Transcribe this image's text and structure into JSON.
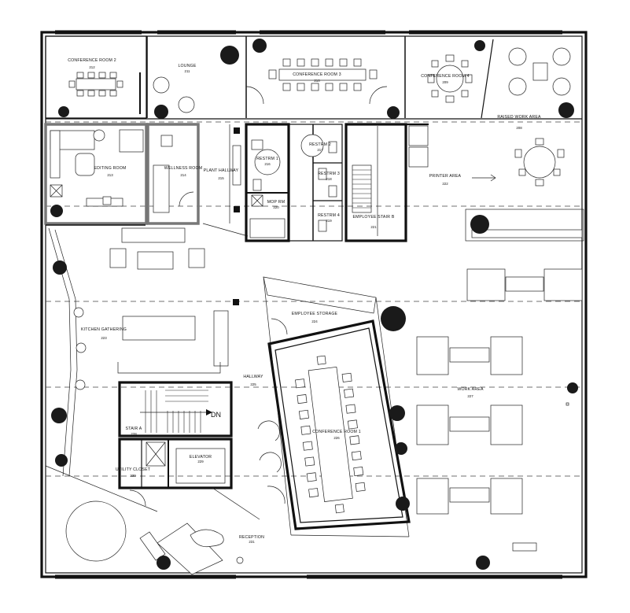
{
  "plan_title": "",
  "stairs_label": "DN",
  "rooms": [
    {
      "id": "conference-room-2",
      "name": "CONFERENCE ROOM 2",
      "number": "212"
    },
    {
      "id": "lounge",
      "name": "LOUNGE",
      "number": "211"
    },
    {
      "id": "conference-room-3",
      "name": "CONFERENCE ROOM 3",
      "number": "210"
    },
    {
      "id": "conference-room-4",
      "name": "CONFERENCE ROOM 4",
      "number": "209"
    },
    {
      "id": "raised-work-area",
      "name": "RAISED WORK AREA",
      "number": "208"
    },
    {
      "id": "editing-room",
      "name": "EDITING ROOM",
      "number": "213"
    },
    {
      "id": "wellness-room",
      "name": "WELLNESS ROOM",
      "number": "214"
    },
    {
      "id": "plant-hallway",
      "name": "PLANT HALLWAY",
      "number": "215"
    },
    {
      "id": "restroom-1",
      "name": "RESTRM 1",
      "number": "216"
    },
    {
      "id": "restroom-2",
      "name": "RESTRM 2",
      "number": "217"
    },
    {
      "id": "restroom-3",
      "name": "RESTRM 3",
      "number": "218"
    },
    {
      "id": "restroom-4",
      "name": "RESTRM 4",
      "number": "219"
    },
    {
      "id": "mop-room",
      "name": "MOP RM",
      "number": "220"
    },
    {
      "id": "employee-stair-b",
      "name": "EMPLOYEE STAIR B",
      "number": "221"
    },
    {
      "id": "printer-area",
      "name": "PRINTER AREA",
      "number": "222"
    },
    {
      "id": "kitchen-gathering",
      "name": "KITCHEN GATHERING",
      "number": "223"
    },
    {
      "id": "employee-storage",
      "name": "EMPLOYEE STORAGE",
      "number": "224"
    },
    {
      "id": "hallway",
      "name": "HALLWAY",
      "number": "225"
    },
    {
      "id": "conference-room-1",
      "name": "CONFERENCE ROOM 1",
      "number": "226"
    },
    {
      "id": "work-area",
      "name": "WORK AREA",
      "number": "227"
    },
    {
      "id": "stair-a",
      "name": "STAIR A",
      "number": "228"
    },
    {
      "id": "elevator",
      "name": "ELEVATOR",
      "number": "229"
    },
    {
      "id": "utility-closet",
      "name": "UTILITY CLOSET",
      "number": "230"
    },
    {
      "id": "reception",
      "name": "RECEPTION",
      "number": "231"
    }
  ]
}
